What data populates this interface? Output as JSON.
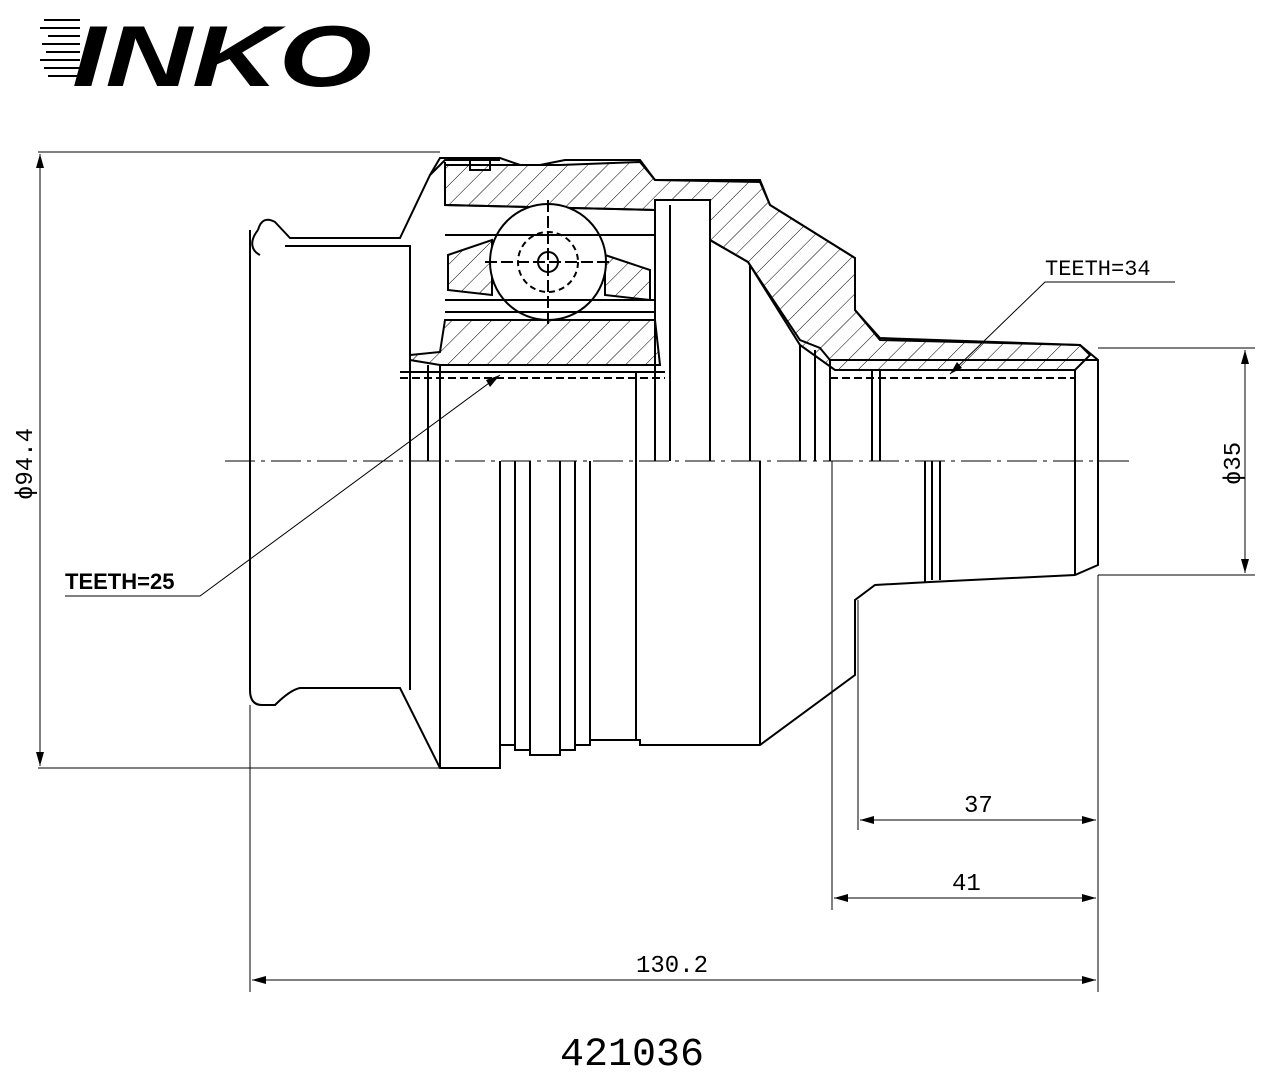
{
  "brand": {
    "logo_text": "INKO"
  },
  "drawing": {
    "part_number": "421036",
    "annotations": {
      "teeth_outer": "TEETH=34",
      "teeth_inner": "TEETH=25"
    },
    "dimensions": {
      "outer_diameter": "ϕ94.4",
      "shaft_diameter": "ϕ35",
      "length_37": "37",
      "length_41": "41",
      "overall_length": "130.2"
    }
  },
  "colors": {
    "line": "#000000",
    "background": "#ffffff"
  }
}
